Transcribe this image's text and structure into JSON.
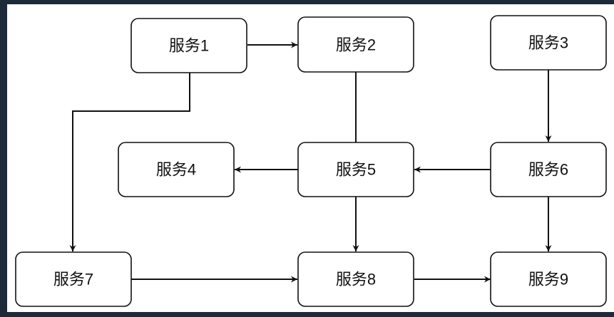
{
  "nodes": [
    {
      "id": "s1",
      "label": "服务1"
    },
    {
      "id": "s2",
      "label": "服务2"
    },
    {
      "id": "s3",
      "label": "服务3"
    },
    {
      "id": "s4",
      "label": "服务4"
    },
    {
      "id": "s5",
      "label": "服务5"
    },
    {
      "id": "s6",
      "label": "服务6"
    },
    {
      "id": "s7",
      "label": "服务7"
    },
    {
      "id": "s8",
      "label": "服务8"
    },
    {
      "id": "s9",
      "label": "服务9"
    }
  ],
  "edges": [
    {
      "from": "s1",
      "to": "s2"
    },
    {
      "from": "s1",
      "to": "s7"
    },
    {
      "from": "s2",
      "to": "s8"
    },
    {
      "from": "s3",
      "to": "s6"
    },
    {
      "from": "s6",
      "to": "s5"
    },
    {
      "from": "s5",
      "to": "s4"
    },
    {
      "from": "s6",
      "to": "s9"
    },
    {
      "from": "s7",
      "to": "s8"
    },
    {
      "from": "s8",
      "to": "s9"
    }
  ],
  "colors": {
    "background": "#1c2a3a",
    "paper": "#ffffff",
    "stroke": "#111111"
  }
}
